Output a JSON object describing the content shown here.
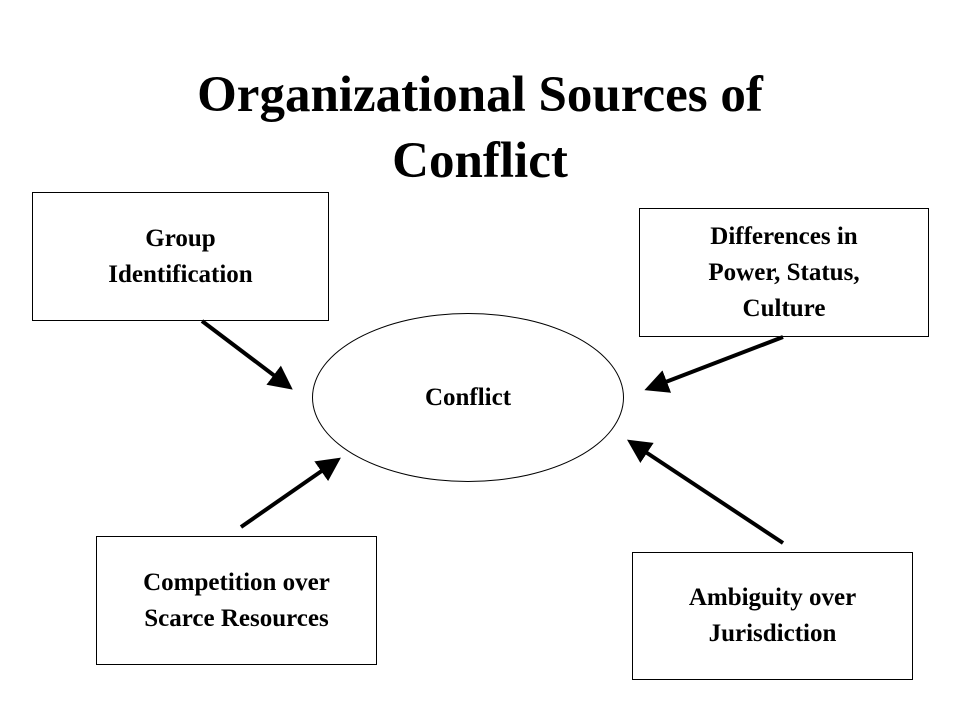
{
  "title": {
    "line1": "Organizational Sources of",
    "line2": "Conflict"
  },
  "center": {
    "label": "Conflict"
  },
  "boxes": {
    "group_identification": [
      "Group",
      "Identification"
    ],
    "differences": [
      "Differences in",
      "Power, Status,",
      "Culture"
    ],
    "competition": [
      "Competition over",
      "Scarce Resources"
    ],
    "ambiguity": [
      "Ambiguity over",
      "Jurisdiction"
    ]
  },
  "arrows": [
    {
      "from": "group_identification",
      "to": "conflict"
    },
    {
      "from": "differences",
      "to": "conflict"
    },
    {
      "from": "competition",
      "to": "conflict"
    },
    {
      "from": "ambiguity",
      "to": "conflict"
    }
  ]
}
